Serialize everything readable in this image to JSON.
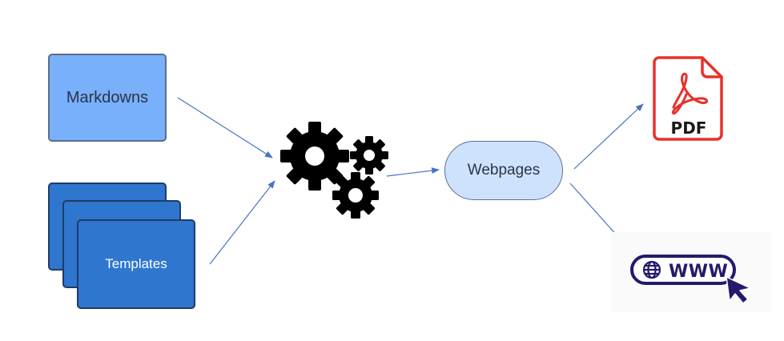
{
  "nodes": {
    "markdowns": "Markdowns",
    "templates": "Templates",
    "webpages": "Webpages",
    "pdf": "PDF",
    "www": "WWW"
  },
  "colors": {
    "markdowns_fill": "#79b0fb",
    "templates_fill": "#2f76cf",
    "webpages_fill": "#cfe2fd",
    "arrow": "#4a72c4",
    "pdf_red": "#e8302a",
    "www_navy": "#221a6e"
  },
  "icons": [
    "gears-icon",
    "pdf-file-icon",
    "globe-icon",
    "cursor-icon"
  ]
}
